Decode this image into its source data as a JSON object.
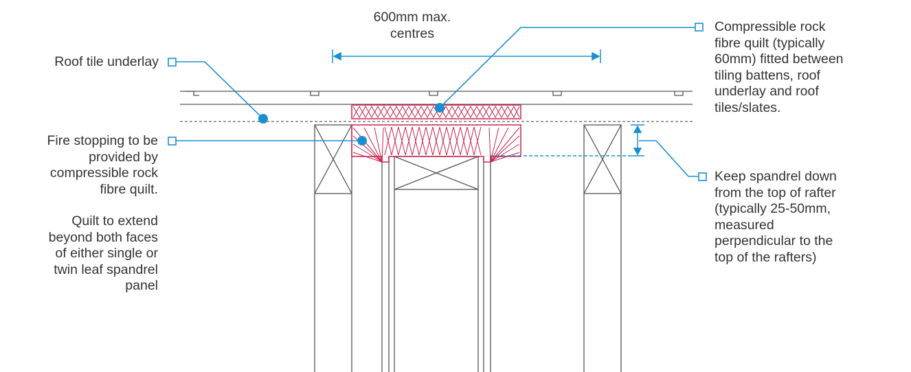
{
  "colors": {
    "callout": "#1a8fd0",
    "insulation": "#c8234a",
    "line": "#555555",
    "text": "#333333"
  },
  "labels": {
    "spacing": [
      "600mm max.",
      "centres"
    ],
    "roof_underlay": [
      "Roof tile underlay"
    ],
    "fire_stopping": [
      "Fire stopping to be",
      "provided by",
      "compressible rock",
      "fibre quilt."
    ],
    "quilt_extend": [
      "Quilt to extend",
      "beyond both faces",
      "of either single or",
      "twin leaf spandrel",
      "panel"
    ],
    "rock_fibre_quilt": [
      "Compressible rock",
      "fibre quilt (typically",
      "60mm) fitted between",
      "tiling battens, roof",
      "underlay and roof",
      "tiles/slates."
    ],
    "keep_spandrel": [
      "Keep spandrel down",
      "from the top of rafter",
      "(typically 25-50mm,",
      "measured",
      "perpendicular to the",
      "top of the rafters)"
    ]
  }
}
